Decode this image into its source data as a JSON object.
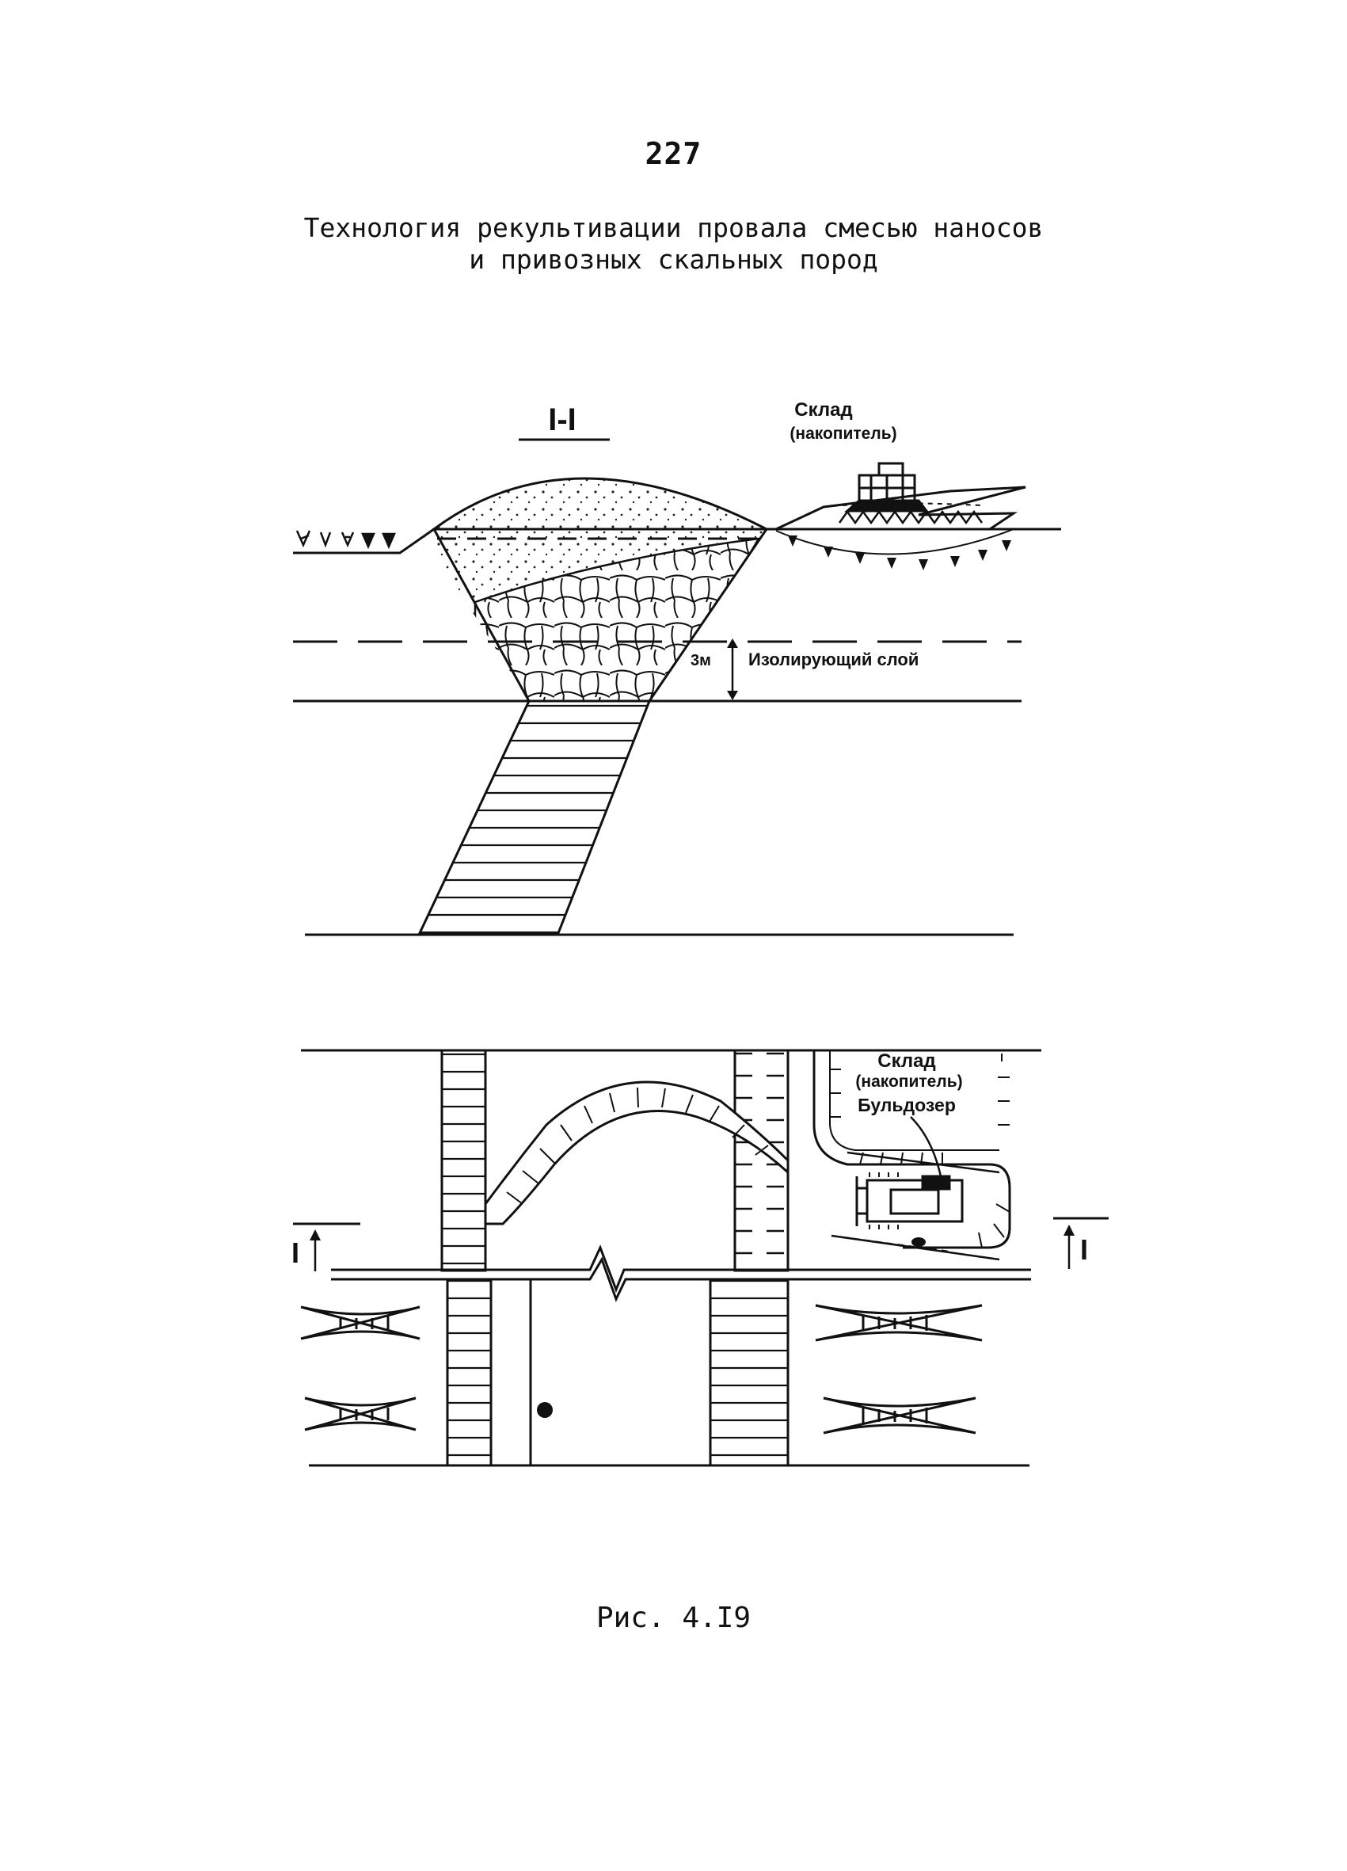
{
  "page_number": "227",
  "title_lines": [
    "Технология рекультивации провала смесью наносов",
    "и привозных скальных пород"
  ],
  "section": {
    "label": "I-I",
    "stockpile_label_line1": "Склад",
    "stockpile_label_line2": "(накопитель)",
    "depth_label": "3м",
    "layer_label": "Изолирующий слой"
  },
  "plan": {
    "stockpile_label_line1": "Склад",
    "stockpile_label_line2": "(накопитель)",
    "bulldozer_label": "Бульдозер",
    "section_mark_left": "I",
    "section_mark_right": "I"
  },
  "caption": "Рис. 4.I9"
}
